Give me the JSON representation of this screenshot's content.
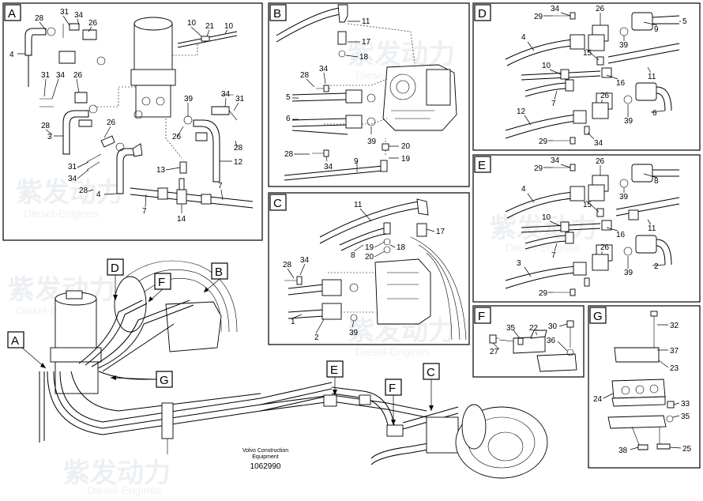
{
  "panels": {
    "A": {
      "tag": "A",
      "labels": [
        "28",
        "31",
        "34",
        "26",
        "10",
        "21",
        "10",
        "4",
        "31",
        "34",
        "26",
        "28",
        "3",
        "26",
        "31",
        "34",
        "4",
        "28",
        "39",
        "34",
        "31",
        "26",
        "28",
        "12",
        "13",
        "14",
        "7",
        "7"
      ]
    },
    "B": {
      "tag": "B",
      "labels": [
        "11",
        "17",
        "18",
        "28",
        "34",
        "5",
        "6",
        "39",
        "28",
        "34",
        "9",
        "20",
        "19"
      ]
    },
    "C": {
      "tag": "C",
      "labels": [
        "11",
        "17",
        "18",
        "19",
        "20",
        "8",
        "28",
        "34",
        "39",
        "1",
        "2"
      ]
    },
    "D": {
      "tag": "D",
      "labels": [
        "29",
        "34",
        "26",
        "4",
        "39",
        "9",
        "5",
        "15",
        "10",
        "16",
        "11",
        "7",
        "26",
        "39",
        "12",
        "29",
        "34",
        "6"
      ]
    },
    "E": {
      "tag": "E",
      "labels": [
        "29",
        "34",
        "26",
        "4",
        "39",
        "8",
        "15",
        "10",
        "16",
        "11",
        "7",
        "3",
        "26",
        "39",
        "29",
        "2"
      ]
    },
    "F": {
      "tag": "F",
      "labels": [
        "35",
        "22",
        "30",
        "27",
        "36"
      ]
    },
    "G": {
      "tag": "G",
      "labels": [
        "32",
        "37",
        "23",
        "24",
        "33",
        "35",
        "38",
        "25"
      ]
    }
  },
  "overview": {
    "tags": [
      "D",
      "F",
      "B",
      "A",
      "G",
      "E",
      "F",
      "C"
    ]
  },
  "caption": {
    "brand": "Volvo Construction Equipment",
    "line1": "Volvo Construction",
    "line2": "Equipment",
    "part_no": "1062990"
  },
  "watermark": {
    "cn": "紫发动力",
    "en": "Diesel-Engines"
  }
}
